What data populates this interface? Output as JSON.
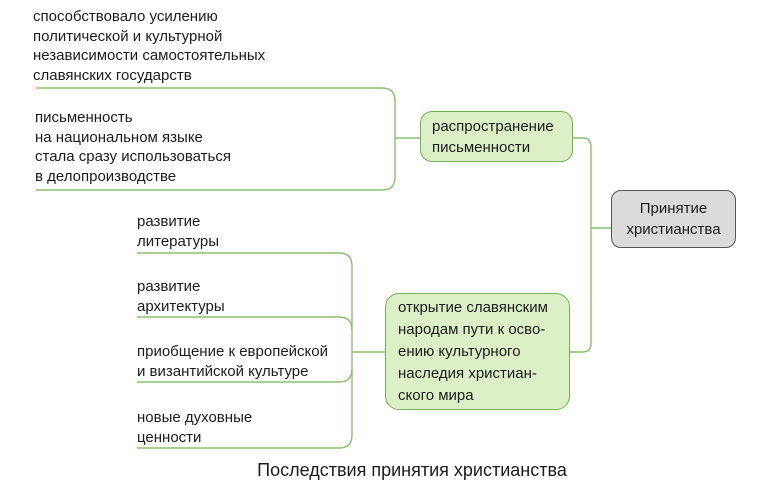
{
  "diagram": {
    "caption": "Последствия принятия христианства",
    "colors": {
      "node_green_fill": "#dcf0c8",
      "node_green_border": "#77b153",
      "connector_green": "#8cbf74",
      "node_gray_fill": "#dbdbdb",
      "node_gray_border": "#555555",
      "text": "#1c1c1c",
      "background": "#ffffff"
    },
    "root_node": {
      "text": "Принятие\nхристианства"
    },
    "branch_nodes": {
      "spread_writing": {
        "text": "распространение\nписьменности"
      },
      "heritage": {
        "text": "открытие славянским\nнародам пути к осво-\nению культурного\nнаследия христиан-\nского мира"
      }
    },
    "left_items": [
      {
        "text": "способствовало усилению\nполитической и культурной\nнезависимости самостоятельных\nславянских государств"
      },
      {
        "text": "письменность\nна национальном языке\nстала сразу использоваться\nв делопроизводстве"
      },
      {
        "text": "развитие\nлитературы"
      },
      {
        "text": "развитие\nархитектуры"
      },
      {
        "text": "приобщение к европейской\nи византийской культуре"
      },
      {
        "text": "новые духовные\nценности"
      }
    ]
  }
}
